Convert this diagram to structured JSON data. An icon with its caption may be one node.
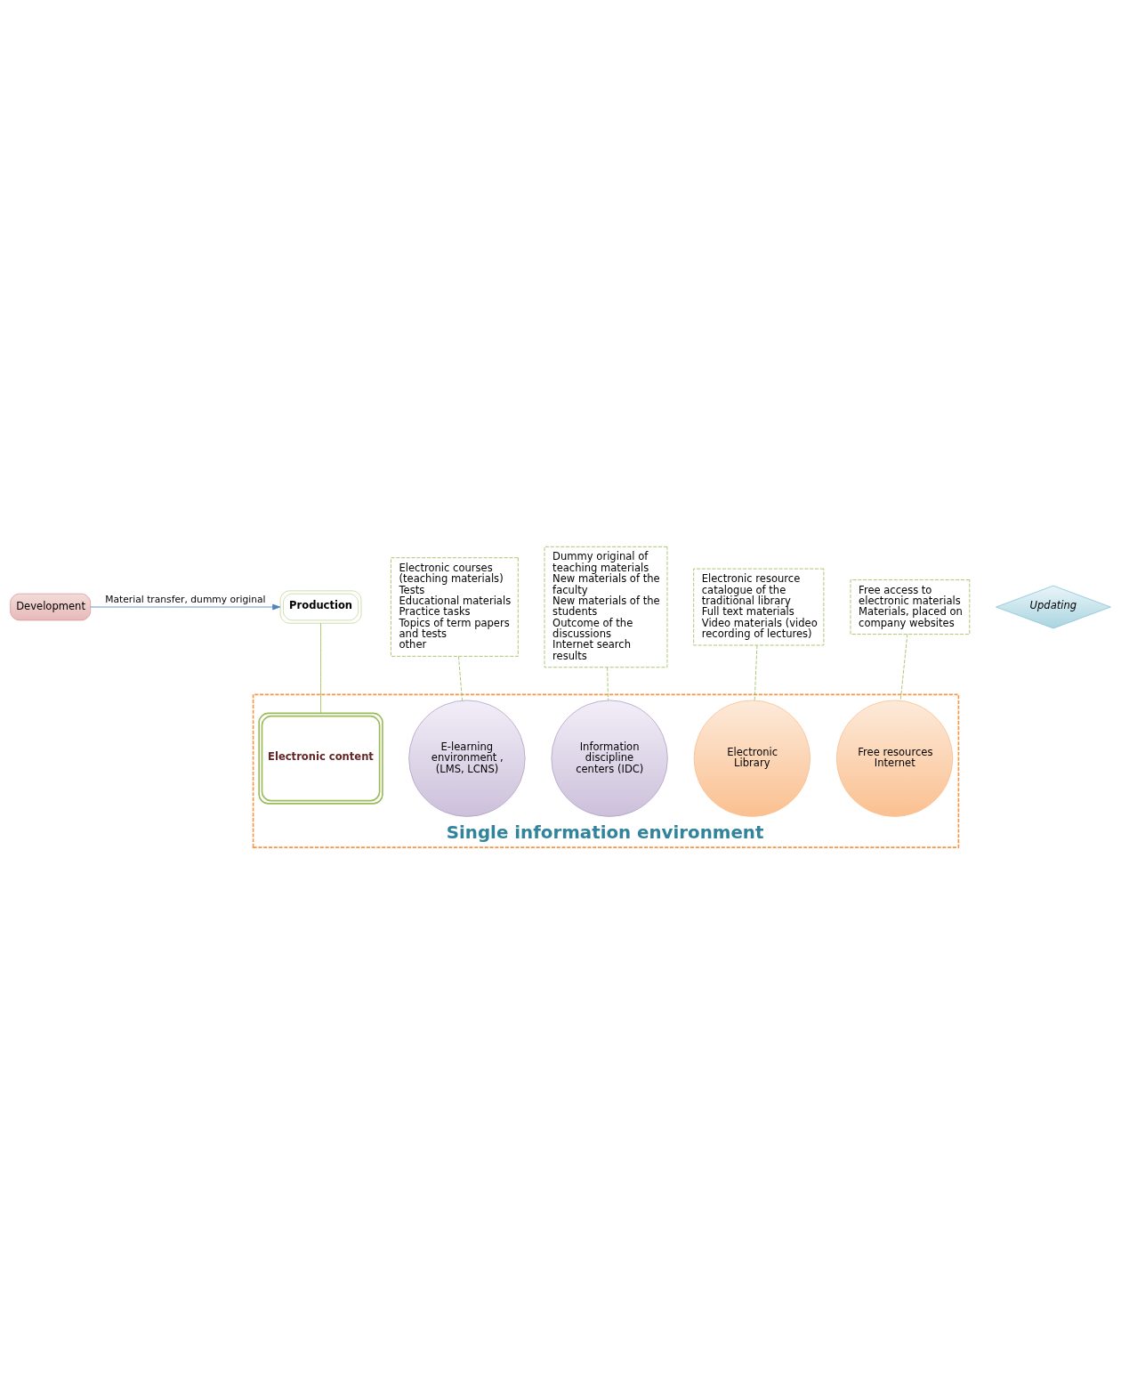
{
  "diagram": {
    "nodes": [
      {
        "text": [
          "Development"
        ]
      },
      {
        "text": [
          "Updating"
        ]
      },
      {
        "text": [
          "Production"
        ]
      },
      {
        "text": [
          "Single information environment"
        ]
      },
      {
        "text": [
          "E-learning environment , (LMS, LCNS)"
        ],
        "in": 3
      },
      {
        "text": [
          "Information discipline centers (IDC)"
        ],
        "in": 3
      },
      {
        "text": [
          "Electronic content"
        ],
        "in": 3
      },
      {
        "text": [
          "Electronic Library"
        ],
        "in": 3
      },
      {
        "text": [
          "Free resources Internet"
        ],
        "in": 3
      },
      {
        "text": [
          "Electronic courses (teaching materials)",
          "Tests",
          "Educational materials",
          "Practice tasks",
          "Topics of term papers and tests",
          "other"
        ]
      },
      {
        "text": [
          "Dummy original of teaching materials",
          "New materials of the faculty",
          "New materials of the students",
          "Outcome of the discussions",
          "Internet search results"
        ]
      },
      {
        "text": [
          "Electronic resource catalogue of the traditional library",
          "Full text materials",
          "Video materials (video recording of lectures)"
        ]
      },
      {
        "text": [
          "Free access to electronic materials",
          "Materials, placed on company websites"
        ]
      }
    ],
    "edges": [
      {
        "from": 0,
        "to": 2,
        "arrow": "to",
        "label": "Material transfer, dummy original",
        "color": "#4f81bd"
      },
      {
        "from": 2,
        "to": 6,
        "arrow": "none"
      },
      {
        "from": 9,
        "to": 4,
        "arrow": "none",
        "style": "dashed"
      },
      {
        "from": 10,
        "to": 5,
        "arrow": "none",
        "style": "dashed"
      },
      {
        "from": 11,
        "to": 7,
        "arrow": "none",
        "style": "dashed"
      },
      {
        "from": 12,
        "to": 8,
        "arrow": "none",
        "style": "dashed"
      }
    ]
  }
}
